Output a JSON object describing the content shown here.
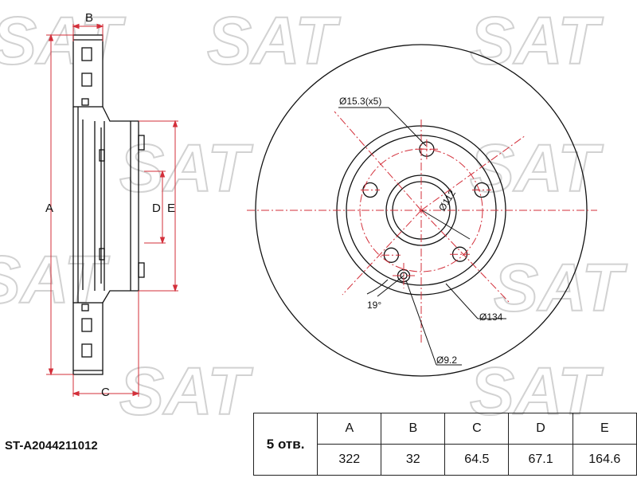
{
  "part_number": "ST-A2044211012",
  "holes_label": "5 отв.",
  "dimension_letters": {
    "a": "A",
    "b": "B",
    "c": "C",
    "d": "D",
    "e": "E"
  },
  "callouts": {
    "bolt_holes": "Ø15.3(x5)",
    "pcd": "Ø112",
    "center_ring": "Ø134",
    "small_hole": "Ø9.2",
    "angle": "19°"
  },
  "table": {
    "headers": [
      "A",
      "B",
      "C",
      "D",
      "E"
    ],
    "values": [
      "322",
      "32",
      "64.5",
      "67.1",
      "164.6"
    ]
  },
  "watermark": "SAT",
  "colors": {
    "line": "#111111",
    "dim_red": "#d32f3a",
    "watermark": "#c8c8c8"
  }
}
